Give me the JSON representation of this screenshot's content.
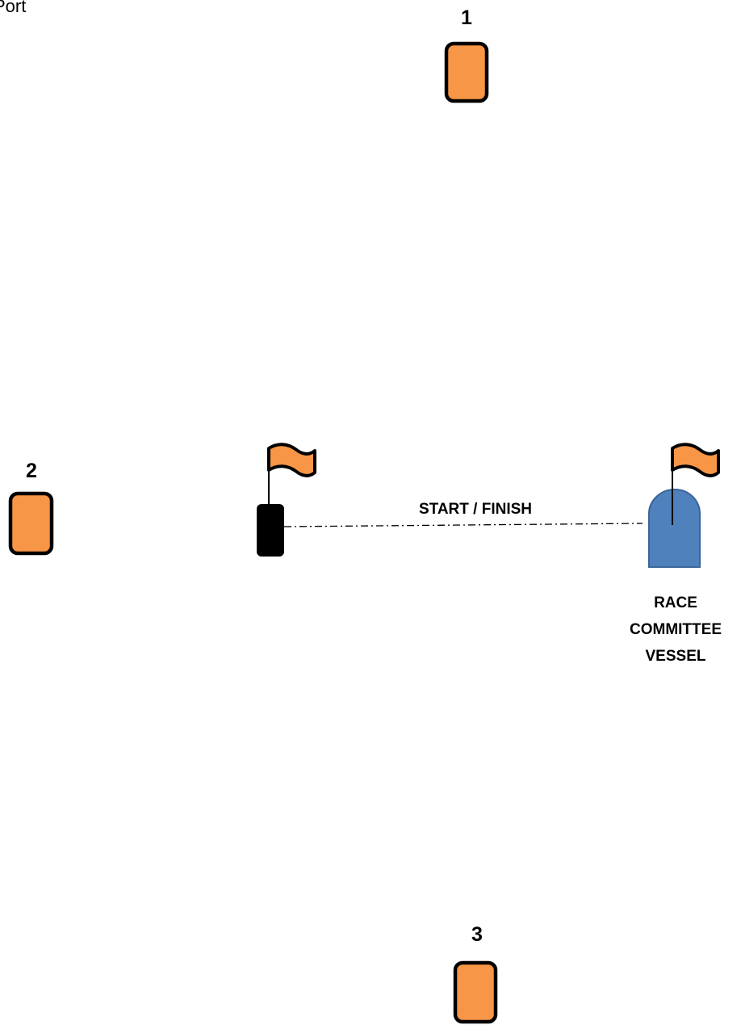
{
  "corner_label": "Port",
  "marks": [
    {
      "number": "1"
    },
    {
      "number": "2"
    },
    {
      "number": "3"
    }
  ],
  "line_label": "START / FINISH",
  "vessel_label": [
    "RACE",
    "COMMITTEE",
    "VESSEL"
  ],
  "colors": {
    "mark_fill": "#F79646",
    "outline": "#000000",
    "start_buoy": "#000000",
    "vessel_fill": "#4F81BD",
    "vessel_stroke": "#3A6597",
    "flag_fill": "#F79646"
  },
  "icons": {
    "mark": "buoy-mark-icon",
    "start_buoy": "pin-buoy-icon",
    "vessel": "boat-icon",
    "flag": "flag-icon"
  }
}
